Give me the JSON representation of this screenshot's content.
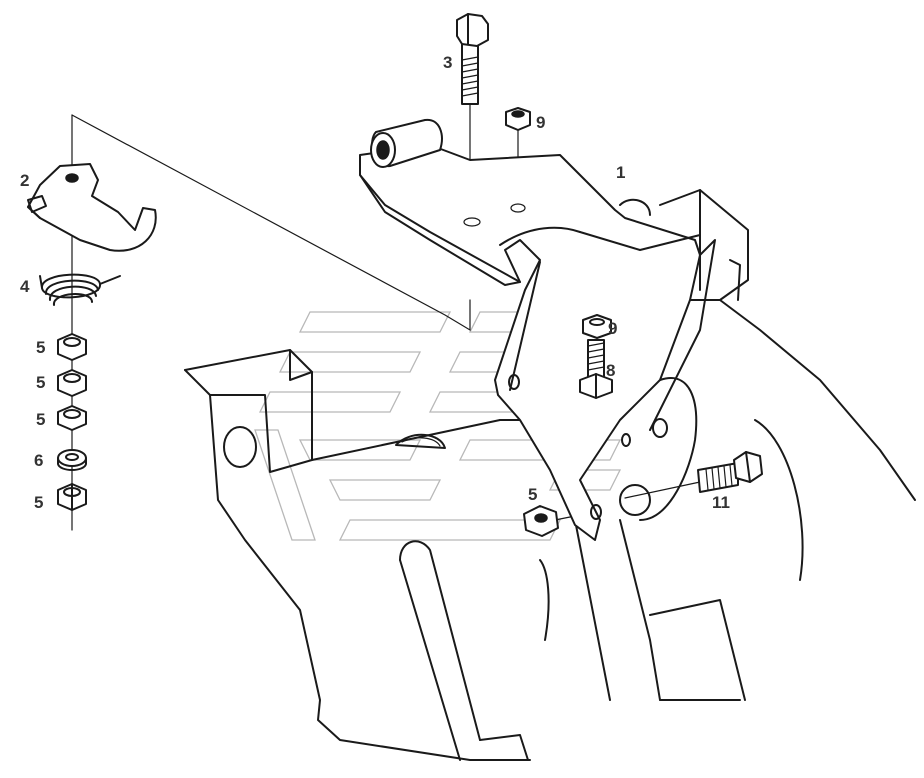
{
  "callouts": [
    {
      "id": "c1",
      "text": "1"
    },
    {
      "id": "c2",
      "text": "2"
    },
    {
      "id": "c3",
      "text": "3"
    },
    {
      "id": "c4",
      "text": "4"
    },
    {
      "id": "c5a",
      "text": "5"
    },
    {
      "id": "c5b",
      "text": "5"
    },
    {
      "id": "c5c",
      "text": "5"
    },
    {
      "id": "c6",
      "text": "6"
    },
    {
      "id": "c5d",
      "text": "5"
    },
    {
      "id": "c9a",
      "text": "9"
    },
    {
      "id": "c9b",
      "text": "9"
    },
    {
      "id": "c8",
      "text": "8"
    },
    {
      "id": "c5e",
      "text": "5"
    },
    {
      "id": "c11",
      "text": "11"
    }
  ],
  "colors": {
    "line": "#1a1a1a",
    "label": "#333333",
    "watermark": "#b8b8b8"
  }
}
